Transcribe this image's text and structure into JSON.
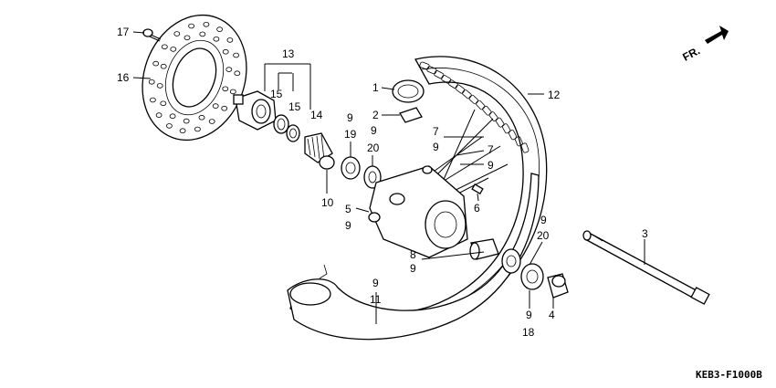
{
  "labels": {
    "p17": "17",
    "p16": "16",
    "p13": "13",
    "p15a": "15",
    "p15b": "15",
    "p14": "14",
    "p10": "10",
    "p1": "1",
    "p2": "2",
    "p12": "12",
    "p9a": "9",
    "p19": "19",
    "p9b": "9",
    "p20a": "20",
    "p7a": "7",
    "p9c": "9",
    "p7b": "7",
    "p9d": "9",
    "p5": "5",
    "p9e": "9",
    "p6": "6",
    "p8": "8",
    "p9f": "9",
    "p9g": "9",
    "p11": "11",
    "p3": "3",
    "p9h": "9",
    "p20b": "20",
    "p9i": "9",
    "p4": "4",
    "p18": "18"
  },
  "direction_label": "FR.",
  "diagram_code": "KEB3-F1000B"
}
